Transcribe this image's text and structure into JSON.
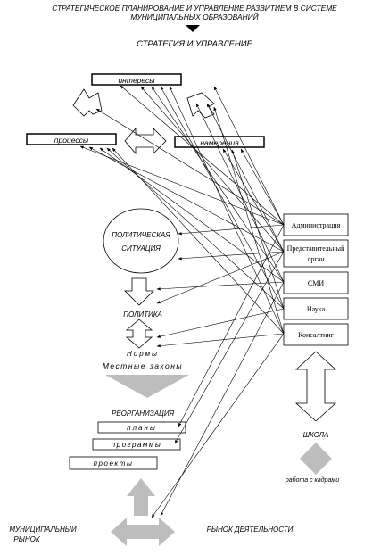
{
  "header": {
    "title_line1": "СТРАТЕГИЧЕСКОЕ ПЛАНИРОВАНИЕ И УПРАВЛЕНИЕ РАЗВИТИЕМ В СИСТЕМЕ",
    "title_line2": "МУНИЦИПАЛЬНЫХ ОБРАЗОВАНИЙ",
    "subtitle": "СТРАТЕГИЯ И УПРАВЛЕНИЕ"
  },
  "left": {
    "interests": "интересы",
    "processes": "процессы",
    "directions": "намерения",
    "political_situation_line1": "ПОЛИТИЧЕСКАЯ",
    "political_situation_line2": "СИТУАЦИЯ",
    "politics": "ПОЛИТИКА",
    "norms": "Нормы",
    "local_laws": "Местные законы",
    "reorganization": "РЕОРГАНИЗАЦИЯ",
    "plans": "планы",
    "programs": "программы",
    "projects": "проекты",
    "municipal_market_line1": "МУНИЦИПАЛЬНЫЙ",
    "municipal_market_line2": "РЫНОК",
    "activity_market": "РЫНОК ДЕЯТЕЛЬНОСТИ"
  },
  "right": {
    "administration": "Администрация",
    "representative_line1": "Представительный",
    "representative_line2": "орган",
    "media": "СМИ",
    "science": "Наука",
    "consulting": "Консалтинг",
    "school": "ШКОЛА",
    "staff_work": "работа с кадрами"
  }
}
